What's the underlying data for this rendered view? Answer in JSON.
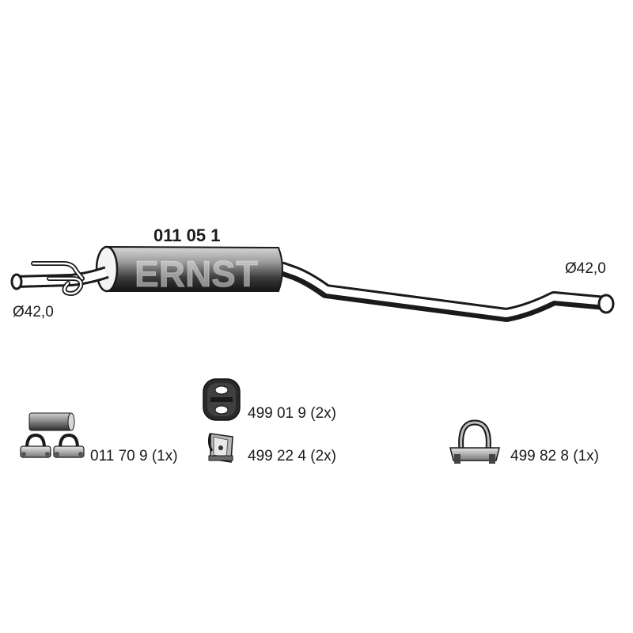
{
  "main_part": {
    "part_number": "011 05 1",
    "brand": "ERNST",
    "inlet_diameter": "Ø42,0",
    "outlet_diameter": "Ø42,0"
  },
  "accessories": [
    {
      "kind": "connector-pipe-with-clamps",
      "label": "011 70 9 (1x)"
    },
    {
      "kind": "rubber-hanger",
      "label": "499 01 9 (2x)"
    },
    {
      "kind": "mounting-clip",
      "label": "499 22 4 (2x)"
    },
    {
      "kind": "pipe-clamp",
      "label": "499 82 8 (1x)"
    }
  ],
  "colors": {
    "pipe_dark": "#1a1a1a",
    "pipe_light": "#ffffff",
    "metal_gray": "#8a8a8a",
    "rubber_dark": "#2a2a2a"
  }
}
